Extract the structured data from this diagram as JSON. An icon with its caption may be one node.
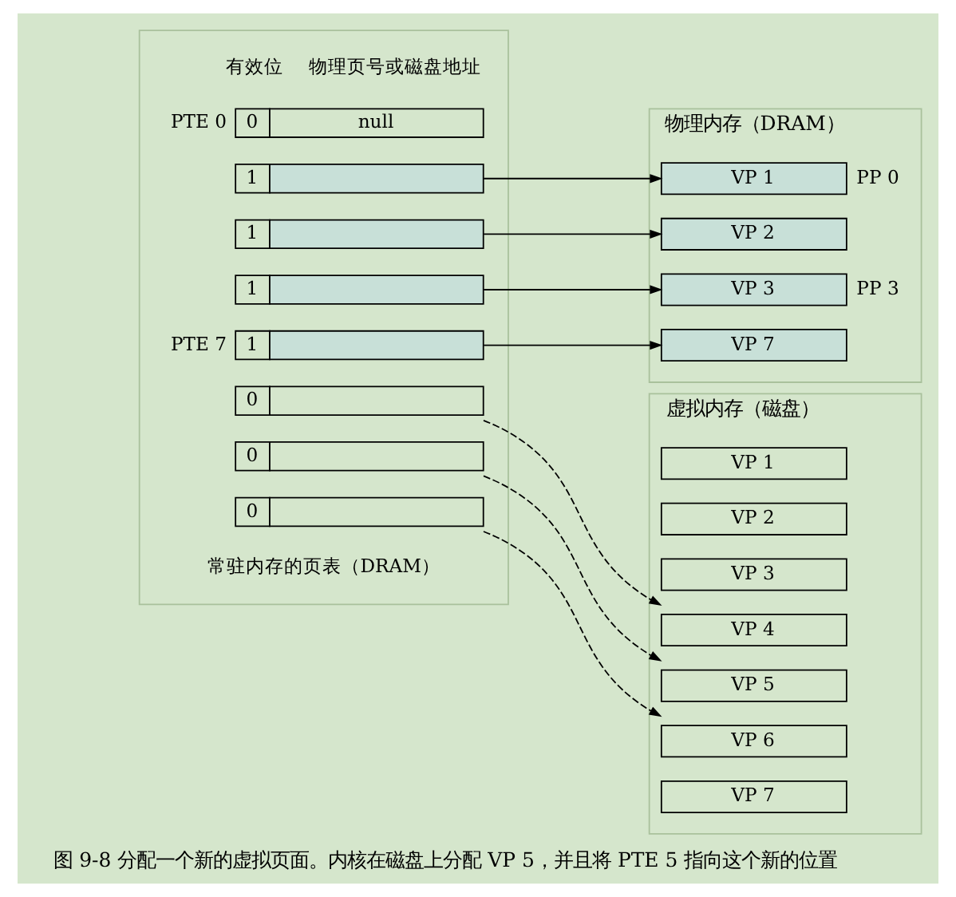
{
  "diagram": {
    "caption": "图 9-8 分配一个新的虚拟页面。内核在磁盘上分配 VP 5，并且将 PTE 5 指向这个新的位置",
    "nodes": [
      {
        "text": [
          "有效位",
          "物理页号或磁盘地址",
          "常驻内存的页表（DRAM）"
        ]
      },
      {
        "text": [
          "0",
          "null"
        ],
        "in": 0,
        "beside": [
          "PTE 0"
        ]
      },
      {
        "text": [
          "1"
        ],
        "in": 0
      },
      {
        "text": [
          "1"
        ],
        "in": 0
      },
      {
        "text": [
          "1"
        ],
        "in": 0
      },
      {
        "text": [
          "0"
        ],
        "in": 0
      },
      {
        "text": [
          "0"
        ],
        "in": 0
      },
      {
        "text": [
          "0"
        ],
        "in": 0
      },
      {
        "text": [
          "1"
        ],
        "in": 0,
        "beside": [
          "PTE 7"
        ]
      },
      {
        "text": [
          "物理内存（DRAM）"
        ]
      },
      {
        "text": [
          "VP 1"
        ],
        "in": 9,
        "beside": [
          "PP 0"
        ]
      },
      {
        "text": [
          "VP 2"
        ],
        "in": 9
      },
      {
        "text": [
          "VP 7"
        ],
        "in": 9
      },
      {
        "text": [
          "VP 3"
        ],
        "in": 9,
        "beside": [
          "PP 3"
        ]
      },
      {
        "text": [
          "虚拟内存（磁盘）"
        ]
      },
      {
        "text": [
          "VP 1"
        ],
        "in": 14
      },
      {
        "text": [
          "VP 2"
        ],
        "in": 14
      },
      {
        "text": [
          "VP 3"
        ],
        "in": 14
      },
      {
        "text": [
          "VP 4"
        ],
        "in": 14
      },
      {
        "text": [
          "VP 5"
        ],
        "in": 14
      },
      {
        "text": [
          "VP 6"
        ],
        "in": 14
      },
      {
        "text": [
          "VP 7"
        ],
        "in": 14
      }
    ],
    "edges": [
      {
        "from": 2,
        "to": 10,
        "arrow": "to"
      },
      {
        "from": 3,
        "to": 11,
        "arrow": "to"
      },
      {
        "from": 4,
        "to": 13,
        "arrow": "to"
      },
      {
        "from": 5,
        "to": 18,
        "arrow": "to",
        "style": "dashed"
      },
      {
        "from": 6,
        "to": 19,
        "arrow": "to",
        "style": "dashed"
      },
      {
        "from": 7,
        "to": 20,
        "arrow": "to",
        "style": "dashed"
      },
      {
        "from": 8,
        "to": 12,
        "arrow": "to"
      }
    ]
  }
}
